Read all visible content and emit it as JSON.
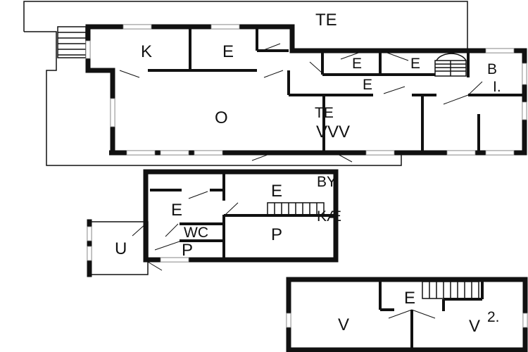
{
  "plan": {
    "top_building": {
      "terrace": "TE",
      "kitchen": "K",
      "entry_1": "E",
      "entry_2": "E",
      "entry_3": "E",
      "hall": "E",
      "bath": "B",
      "bath_suffix": "I.",
      "living": "O",
      "terrace_2": "TE",
      "room_vvv": "VVV"
    },
    "middle_building": {
      "by": "BY",
      "hall_upper": "E",
      "kae": "KÆ",
      "hall_lower": "E",
      "wc": "WC",
      "p_small": "P",
      "p_large": "P",
      "utility": "U"
    },
    "bottom_building": {
      "room_left": "V",
      "hall": "E",
      "room_right": "V",
      "room_right_suffix": "2."
    }
  }
}
